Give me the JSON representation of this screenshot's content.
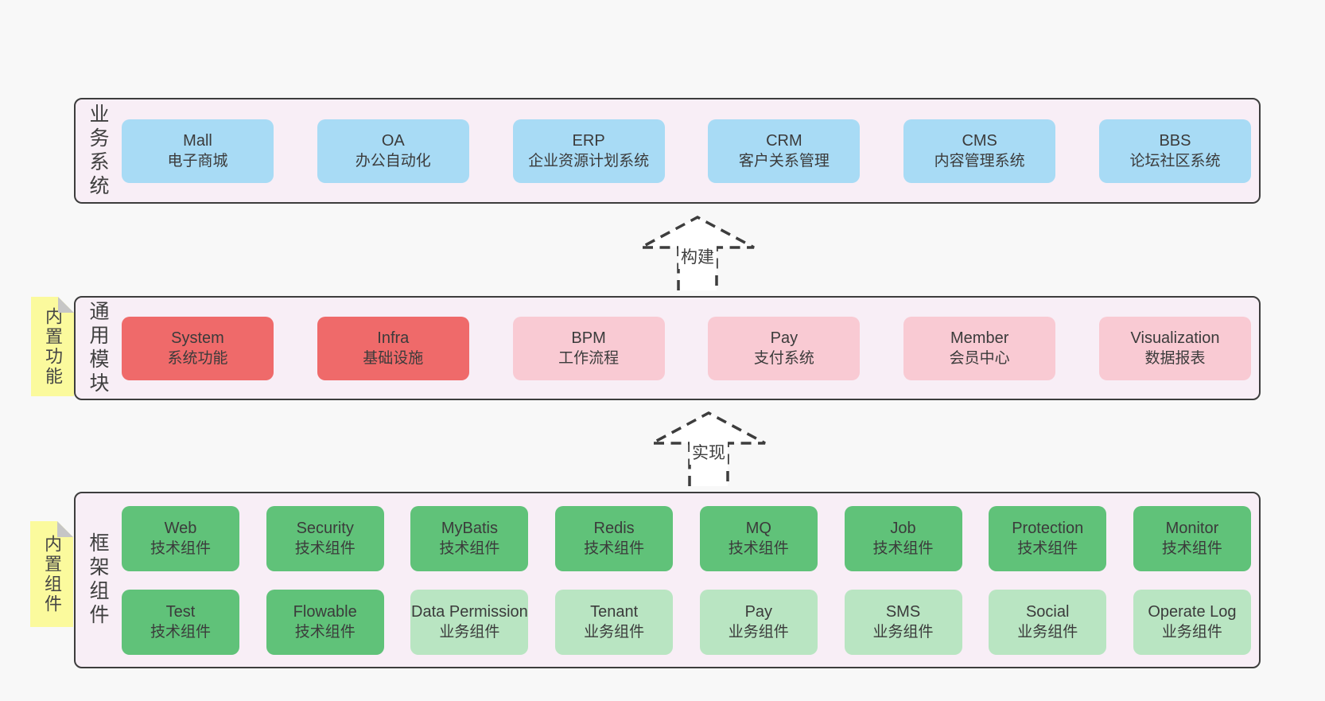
{
  "layers": [
    {
      "id": "business-systems",
      "label": "业务系统",
      "note": null,
      "rows": [
        [
          {
            "name": "Mall",
            "desc": "电子商城",
            "color": "blue"
          },
          {
            "name": "OA",
            "desc": "办公自动化",
            "color": "blue"
          },
          {
            "name": "ERP",
            "desc": "企业资源计划系统",
            "color": "blue"
          },
          {
            "name": "CRM",
            "desc": "客户关系管理",
            "color": "blue"
          },
          {
            "name": "CMS",
            "desc": "内容管理系统",
            "color": "blue"
          },
          {
            "name": "BBS",
            "desc": "论坛社区系统",
            "color": "blue"
          }
        ]
      ]
    },
    {
      "id": "common-modules",
      "label": "通用模块",
      "note": "内置功能",
      "rows": [
        [
          {
            "name": "System",
            "desc": "系统功能",
            "color": "red"
          },
          {
            "name": "Infra",
            "desc": "基础设施",
            "color": "red"
          },
          {
            "name": "BPM",
            "desc": "工作流程",
            "color": "pink"
          },
          {
            "name": "Pay",
            "desc": "支付系统",
            "color": "pink"
          },
          {
            "name": "Member",
            "desc": "会员中心",
            "color": "pink"
          },
          {
            "name": "Visualization",
            "desc": "数据报表",
            "color": "pink"
          }
        ]
      ]
    },
    {
      "id": "framework-components",
      "label": "框架组件",
      "note": "内置组件",
      "rows": [
        [
          {
            "name": "Web",
            "desc": "技术组件",
            "color": "green"
          },
          {
            "name": "Security",
            "desc": "技术组件",
            "color": "green"
          },
          {
            "name": "MyBatis",
            "desc": "技术组件",
            "color": "green"
          },
          {
            "name": "Redis",
            "desc": "技术组件",
            "color": "green"
          },
          {
            "name": "MQ",
            "desc": "技术组件",
            "color": "green"
          },
          {
            "name": "Job",
            "desc": "技术组件",
            "color": "green"
          },
          {
            "name": "Protection",
            "desc": "技术组件",
            "color": "green"
          },
          {
            "name": "Monitor",
            "desc": "技术组件",
            "color": "green"
          }
        ],
        [
          {
            "name": "Test",
            "desc": "技术组件",
            "color": "green"
          },
          {
            "name": "Flowable",
            "desc": "技术组件",
            "color": "green"
          },
          {
            "name": "Data Permission",
            "desc": "业务组件",
            "color": "lightgreen"
          },
          {
            "name": "Tenant",
            "desc": "业务组件",
            "color": "lightgreen"
          },
          {
            "name": "Pay",
            "desc": "业务组件",
            "color": "lightgreen"
          },
          {
            "name": "SMS",
            "desc": "业务组件",
            "color": "lightgreen"
          },
          {
            "name": "Social",
            "desc": "业务组件",
            "color": "lightgreen"
          },
          {
            "name": "Operate Log",
            "desc": "业务组件",
            "color": "lightgreen"
          }
        ]
      ]
    }
  ],
  "arrows": [
    {
      "label": "构建"
    },
    {
      "label": "实现"
    }
  ],
  "colors": {
    "page-bg": "#f8f8f8",
    "panel-bg": "#f8eef6",
    "panel-border": "#3d3d3d",
    "box-blue": "#a8dbf5",
    "box-red": "#ef6a6a",
    "box-pink": "#f9cad3",
    "box-green": "#60c279",
    "box-lightgreen": "#b9e5c2",
    "note-yellow": "#fbfa9d",
    "note-fold": "#c6c6c6",
    "arrow-fill": "#ffffff",
    "text": "#3b3b3b"
  }
}
